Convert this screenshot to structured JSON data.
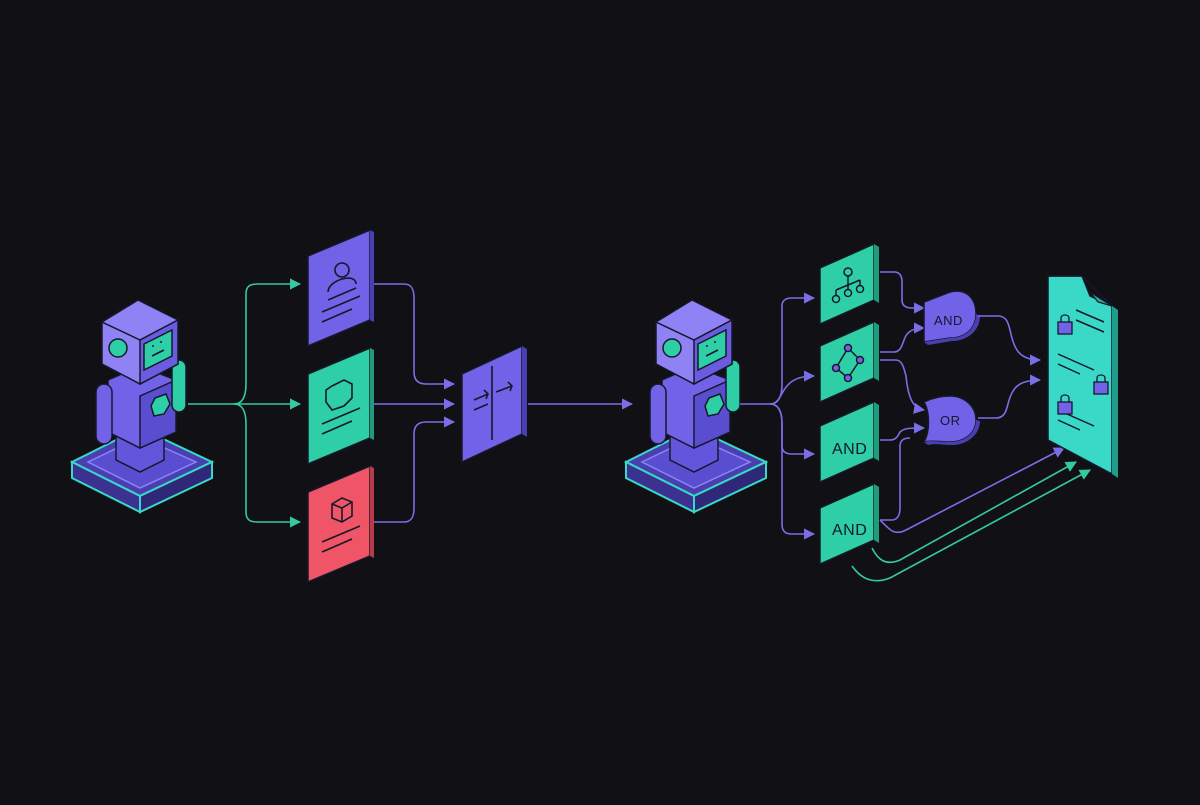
{
  "colors": {
    "background": "#101015",
    "purple": "#7162e8",
    "purple_dark": "#4a3fb0",
    "purple_light": "#8e82f5",
    "teal": "#2ecfa6",
    "teal_dark": "#1f9c7c",
    "teal_light": "#52e6c2",
    "cyan": "#39d8c7",
    "red": "#ef5566",
    "red_dark": "#b93a4a",
    "arrow_teal": "#34c9a3",
    "arrow_purple": "#7a6ee8",
    "ink": "#16182a"
  },
  "icons": {
    "agent_left": "robot-icon",
    "card_user": "user-profile-icon",
    "card_shield": "shield-icon",
    "card_cube": "cube-icon",
    "merge": "merge-arrows-icon",
    "agent_right": "robot-icon",
    "tile_hierarchy": "hierarchy-icon",
    "tile_network": "network-graph-icon",
    "document": "locked-document-icon",
    "lock": "lock-icon"
  },
  "gates": {
    "tile_and_1": "AND",
    "tile_and_2": "AND",
    "gate_and": "AND",
    "gate_or": "OR"
  }
}
